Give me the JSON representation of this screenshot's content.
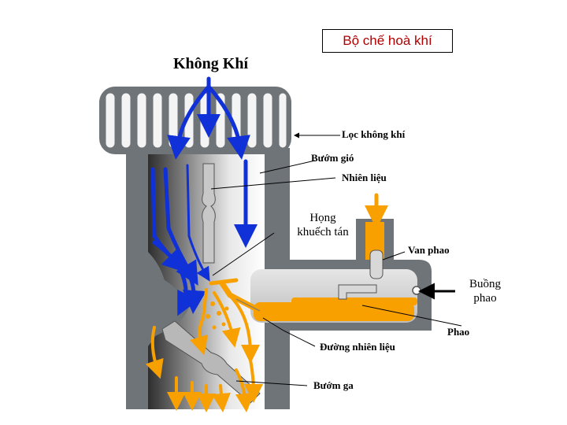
{
  "title": "Bộ chế hoà khí",
  "labels": {
    "air": "Không Khí",
    "air_filter": "Lọc không khí",
    "choke": "Bướm gió",
    "fuel": "Nhiên liệu",
    "venturi": "Họng khuếch tán",
    "float_valve": "Van phao",
    "float_chamber": "Buồng phao",
    "float": "Phao",
    "fuel_passage": "Đường nhiên liệu",
    "throttle": "Bướm ga"
  },
  "colors": {
    "title_text": "#b00000",
    "air_arrows": "#1030d8",
    "fuel": "#f7a000",
    "body_gray": "#6f7478"
  }
}
